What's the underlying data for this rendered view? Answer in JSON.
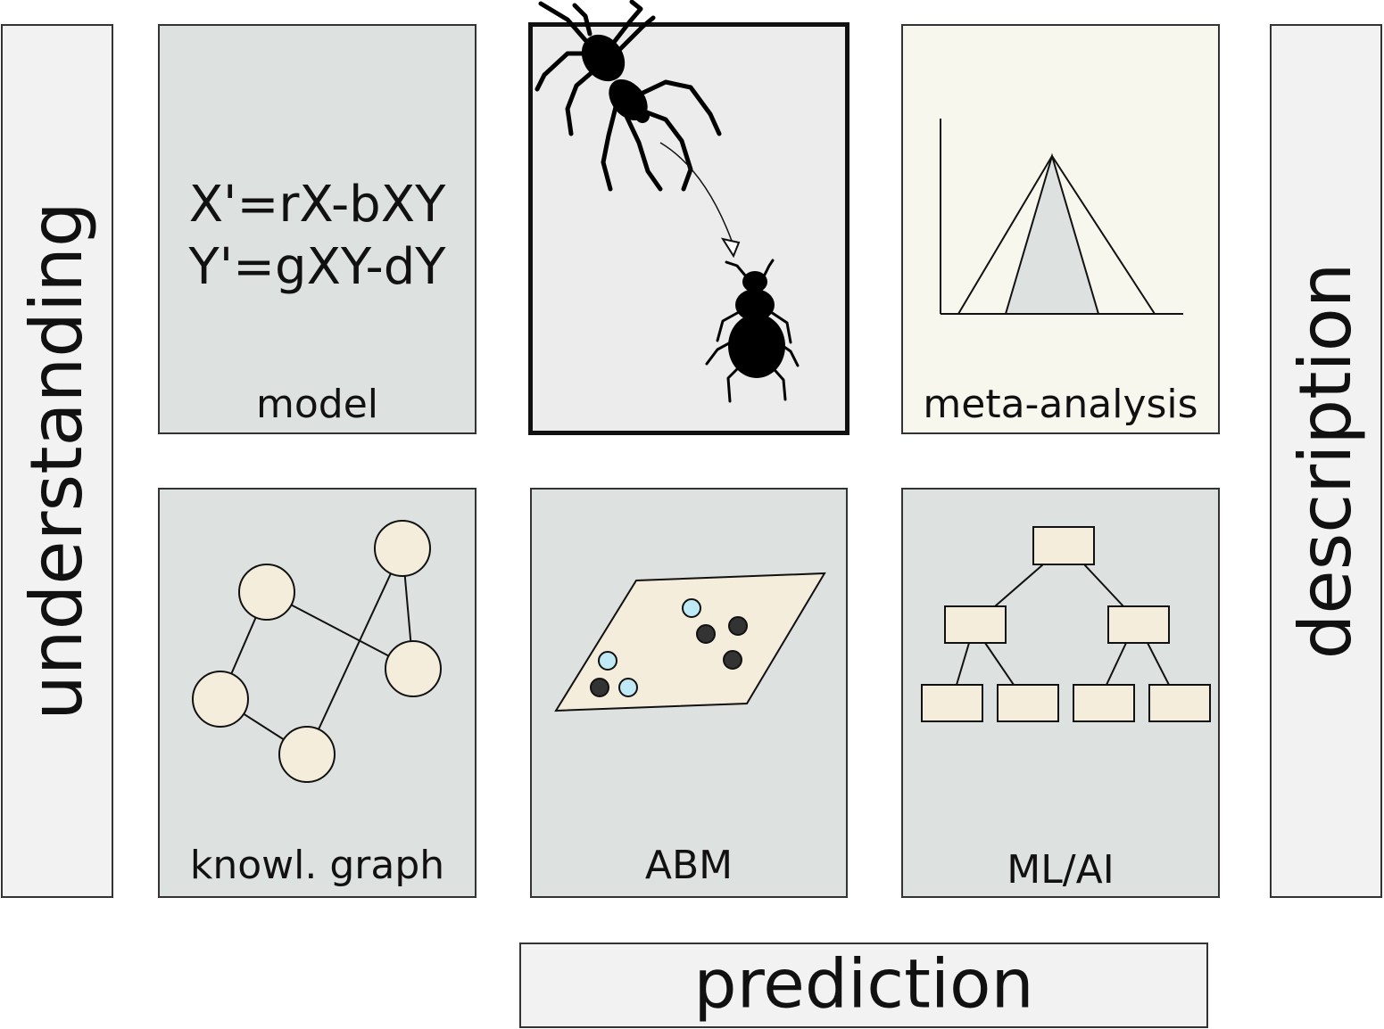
{
  "axes": {
    "left": "understanding",
    "right": "description",
    "bottom": "prediction"
  },
  "panels": {
    "model": {
      "label": "model",
      "equations": [
        "X'=rX-bXY",
        "Y'=gXY-dY"
      ]
    },
    "meta_analysis": {
      "label": "meta-analysis"
    },
    "knowledge_graph": {
      "label": "knowl. graph"
    },
    "abm": {
      "label": "ABM"
    },
    "ml_ai": {
      "label": "ML/AI"
    }
  },
  "colors": {
    "bar_fill": "#f2f2f2",
    "panel_gray": "#dde1df",
    "panel_cream": "#f8f7ee",
    "node_fill": "#f4eddb",
    "agent_light": "#bfe9f4",
    "agent_dark": "#333333",
    "silhouette": "#000000"
  },
  "icons": [
    "spider-icon",
    "beetle-icon"
  ]
}
